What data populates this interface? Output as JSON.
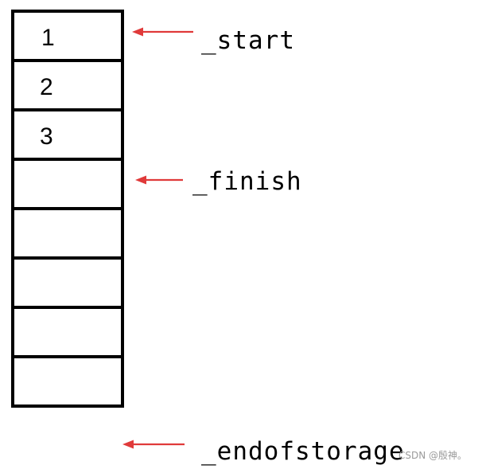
{
  "cells": [
    "1",
    "2",
    "3",
    "",
    "",
    "",
    "",
    ""
  ],
  "pointers": [
    {
      "id": "start",
      "label": "_start"
    },
    {
      "id": "finish",
      "label": "_finish"
    },
    {
      "id": "endofstorage",
      "label": "_endofstorage"
    }
  ],
  "watermark": "CSDN @殷神。",
  "colors": {
    "arrow": "#e03a3a",
    "cell_border": "#000000",
    "text": "#000000"
  },
  "icons": [
    "arrow-left-icon"
  ]
}
